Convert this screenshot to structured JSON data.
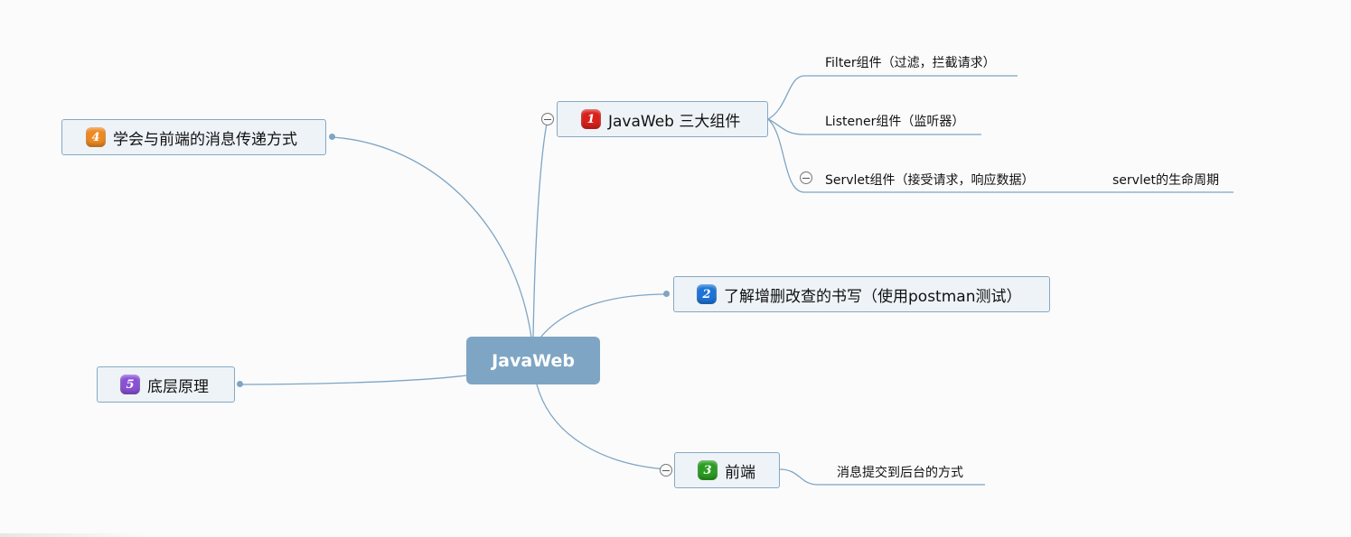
{
  "central": {
    "label": "JavaWeb"
  },
  "topics": [
    {
      "number": "1",
      "label": "JavaWeb 三大组件",
      "badge_color": "#d9201b"
    },
    {
      "number": "2",
      "label": "了解增删改查的书写（使用postman测试）",
      "badge_color": "#1d74d8"
    },
    {
      "number": "3",
      "label": "前端",
      "badge_color": "#2a9d22"
    },
    {
      "number": "4",
      "label": "学会与前端的消息传递方式",
      "badge_color": "#ee8a22"
    },
    {
      "number": "5",
      "label": "底层原理",
      "badge_color": "#8a52d6"
    }
  ],
  "subtopics": {
    "filter": "Filter组件（过滤，拦截请求）",
    "listener": "Listener组件（监听器）",
    "servlet": "Servlet组件（接受请求，响应数据）",
    "servlet_child": "servlet的生命周期",
    "frontend_child": "消息提交到后台的方式"
  },
  "colors": {
    "line": "#7ea5c4",
    "node_bg": "#eef3f7",
    "node_border": "#86a9c4",
    "central_bg": "#7ea5c4"
  }
}
